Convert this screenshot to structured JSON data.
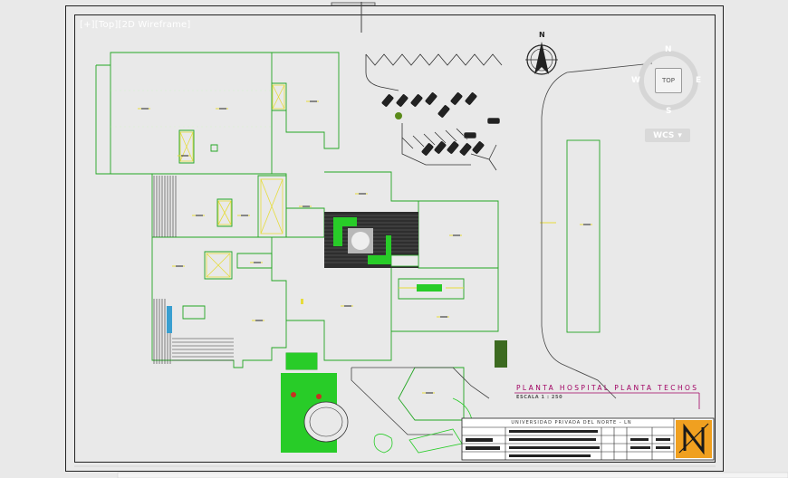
{
  "viewport": {
    "controls": [
      "[+]",
      "[Top]",
      "[2D Wireframe]"
    ]
  },
  "viewcube": {
    "north": "N",
    "south": "S",
    "east": "E",
    "west": "W",
    "face": "TOP"
  },
  "wcs": {
    "label": "WCS",
    "arrow": "▾"
  },
  "compass": {
    "letter": "N"
  },
  "drawing": {
    "title": "PLANTA HOSPITAL PLANTA TECHOS",
    "scale": "ESCALA 1 : 250"
  },
  "title_block": {
    "university": "UNIVERSIDAD PRIVADA DEL NORTE - LN",
    "logo_icon": "upn-logo-icon"
  },
  "colors": {
    "background": "#e9e9e9",
    "sheet_frame": "#222222",
    "building_outline": "#23a623",
    "roof_fill": "#2e2e2e",
    "landscape_green": "#28cc28",
    "yellow": "#e6dc3c",
    "title_magenta": "#a00062",
    "logo_orange": "#f0a020"
  }
}
